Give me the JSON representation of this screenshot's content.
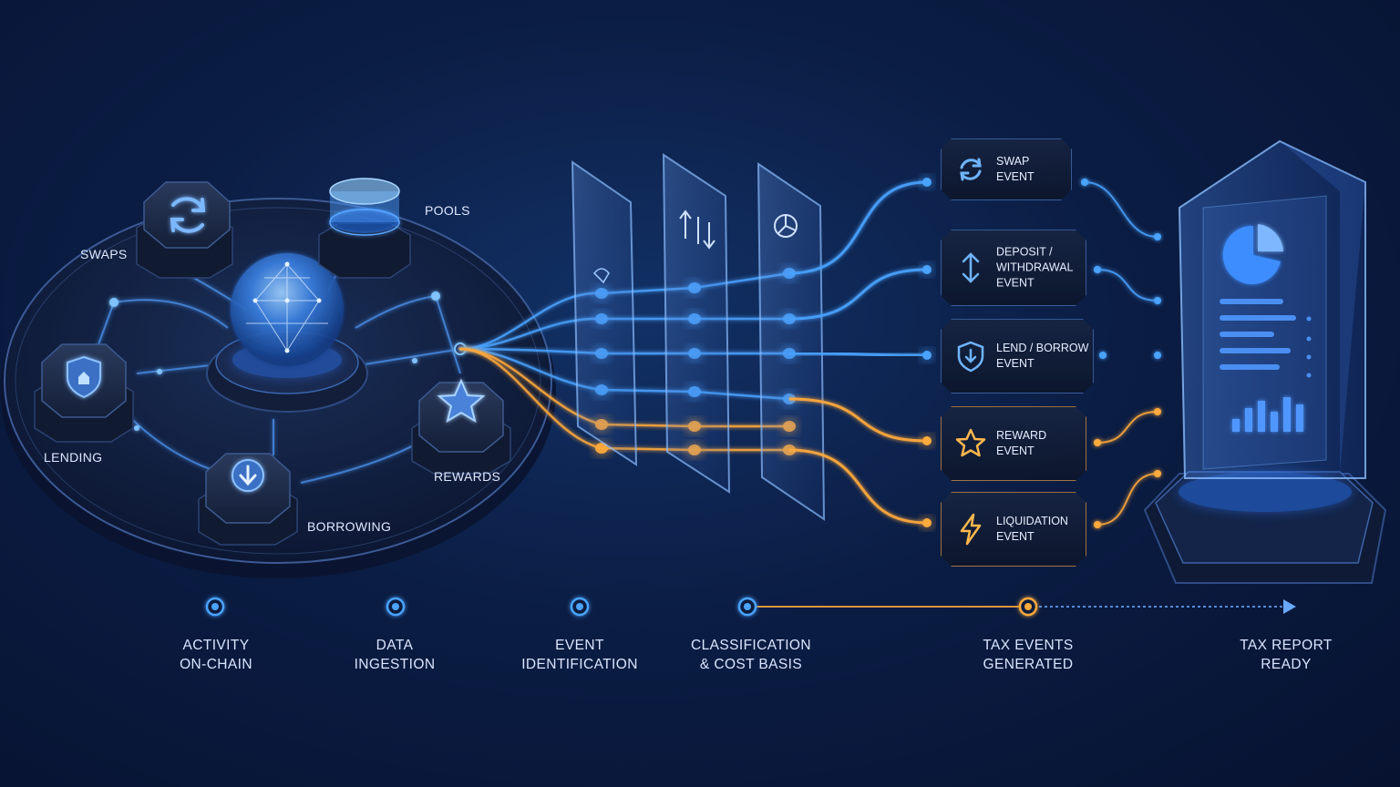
{
  "protocol_labels": {
    "swaps": "SWAPS",
    "pools": "POOLS",
    "lending": "LENDING",
    "borrowing": "BORROWING",
    "rewards": "REWARDS"
  },
  "events": [
    {
      "line1": "SWAP",
      "line2": "EVENT",
      "line3": "",
      "icon": "swap-cycle-icon",
      "color": "blue"
    },
    {
      "line1": "DEPOSIT /",
      "line2": "WITHDRAWAL",
      "line3": "EVENT",
      "icon": "up-down-arrow-icon",
      "color": "blue"
    },
    {
      "line1": "LEND / BORROW",
      "line2": "EVENT",
      "line3": "",
      "icon": "shield-down-icon",
      "color": "blue"
    },
    {
      "line1": "REWARD",
      "line2": "EVENT",
      "line3": "",
      "icon": "star-icon",
      "color": "orange"
    },
    {
      "line1": "LIQUIDATION",
      "line2": "EVENT",
      "line3": "",
      "icon": "lightning-icon",
      "color": "orange"
    }
  ],
  "stages": [
    {
      "line1": "ACTIVITY",
      "line2": "ON-CHAIN"
    },
    {
      "line1": "DATA",
      "line2": "INGESTION"
    },
    {
      "line1": "EVENT",
      "line2": "IDENTIFICATION"
    },
    {
      "line1": "CLASSIFICATION",
      "line2": "& COST BASIS"
    },
    {
      "line1": "TAX EVENTS",
      "line2": "GENERATED"
    },
    {
      "line1": "TAX REPORT",
      "line2": "READY"
    }
  ],
  "colors": {
    "accent_blue": "#4aa3ff",
    "accent_orange": "#ffaa3c",
    "background": "#0b1d44"
  }
}
